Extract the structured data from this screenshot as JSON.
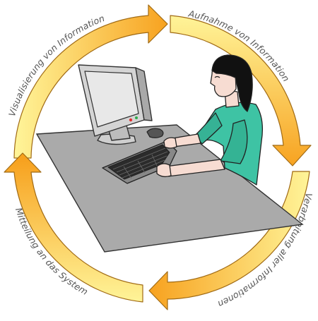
{
  "diagram": {
    "type": "cycle",
    "steps": [
      {
        "label": "Aufnahme von Information"
      },
      {
        "label": "Verarbeitung aller Informationen"
      },
      {
        "label": "Mitteilung an das System"
      },
      {
        "label": "Visualisierung von Information"
      }
    ],
    "colors": {
      "arrow_light": "#fff59a",
      "arrow_dark": "#f7a11e",
      "arrow_outline": "#a06a14",
      "desk": "#aaaaaa",
      "shirt": "#3ec3a4",
      "hair": "#111111",
      "skin": "#f7dcd2",
      "screen": "#e8e8e8"
    }
  }
}
